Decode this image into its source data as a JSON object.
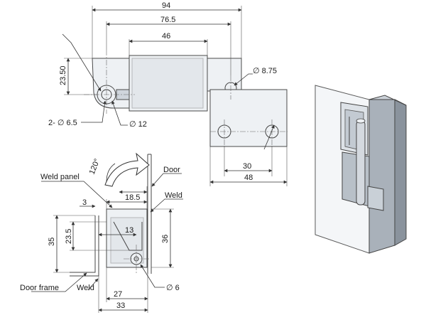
{
  "top_view": {
    "dims": {
      "overall": "94",
      "inner": "76.5",
      "center": "46",
      "height": "23.50",
      "holes": "2- ∅ 6.5",
      "pin": "∅ 12",
      "hole_big": "∅ 8.75",
      "pitch": "30",
      "leaf": "48"
    }
  },
  "section_view": {
    "labels": {
      "weld_panel": "Weld panel",
      "door": "Door",
      "weld_top": "Weld",
      "door_frame": "Door frame",
      "weld_bottom": "Weld",
      "angle": "120°"
    },
    "dims": {
      "d3": "3",
      "d18_5": "18.5",
      "d35": "35",
      "d23_5": "23.5",
      "d13": "13",
      "d36": "36",
      "d27": "27",
      "d33": "33",
      "d6": "∅ 6"
    }
  },
  "colors": {
    "part_fill": "#eef1f4",
    "part_dark": "#cfd5dc",
    "line": "#333333"
  }
}
